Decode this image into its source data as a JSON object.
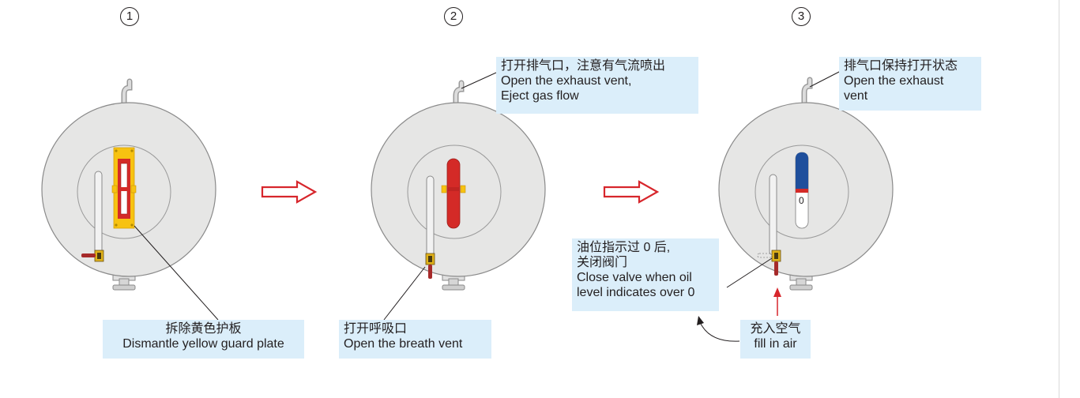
{
  "steps": {
    "s1": {
      "number": "1"
    },
    "s2": {
      "number": "2"
    },
    "s3": {
      "number": "3"
    }
  },
  "labels": {
    "guard_plate": {
      "zh": "拆除黄色护板",
      "en": "Dismantle yellow guard plate"
    },
    "breath_vent": {
      "zh": "打开呼吸口",
      "en": "Open the breath vent"
    },
    "exhaust_open": {
      "zh": "打开排气口，注意有气流喷出",
      "en1": "Open the exhaust vent,",
      "en2": "Eject gas flow"
    },
    "exhaust_keep": {
      "zh": "排气口保持打开状态",
      "en1": "Open the exhaust",
      "en2": "vent"
    },
    "close_valve": {
      "zh1": "油位指示过 0 后,",
      "zh2": "关闭阀门",
      "en1": "Close valve when oil",
      "en2": "level indicates over 0"
    },
    "fill_air": {
      "zh": "充入空气",
      "en": "fill in air"
    },
    "gauge_zero": "0"
  },
  "colors": {
    "tank": "#e6e6e5",
    "tank_stroke": "#8a8a8a",
    "label_bg": "#dbeefa",
    "gauge_red": "#d42a27",
    "gauge_blue": "#1f4f9c",
    "guard_yellow": "#f7c211",
    "arrow_red": "#d7262c"
  }
}
